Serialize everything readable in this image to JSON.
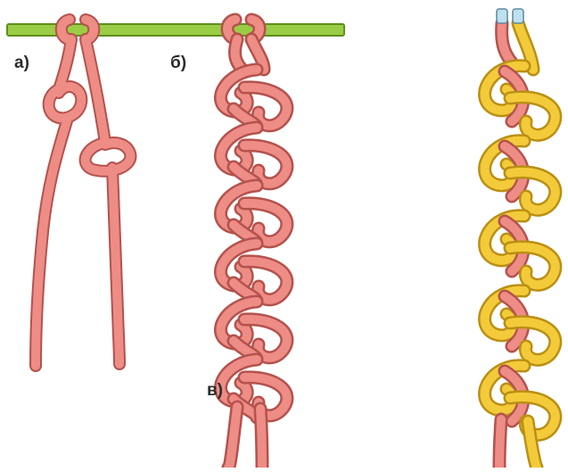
{
  "labels": {
    "a": "а)",
    "b": "б)",
    "c": "в)"
  },
  "colors": {
    "rod": "#9acd45",
    "rod_edge": "#5e8e1e",
    "cord_pink": "#ee8c86",
    "cord_pink_edge": "#b4524d",
    "cord_yellow": "#f3cb3a",
    "cord_yellow_edge": "#bb8f14",
    "bead": "#bfe0ef",
    "bead_edge": "#5a8aa0"
  }
}
